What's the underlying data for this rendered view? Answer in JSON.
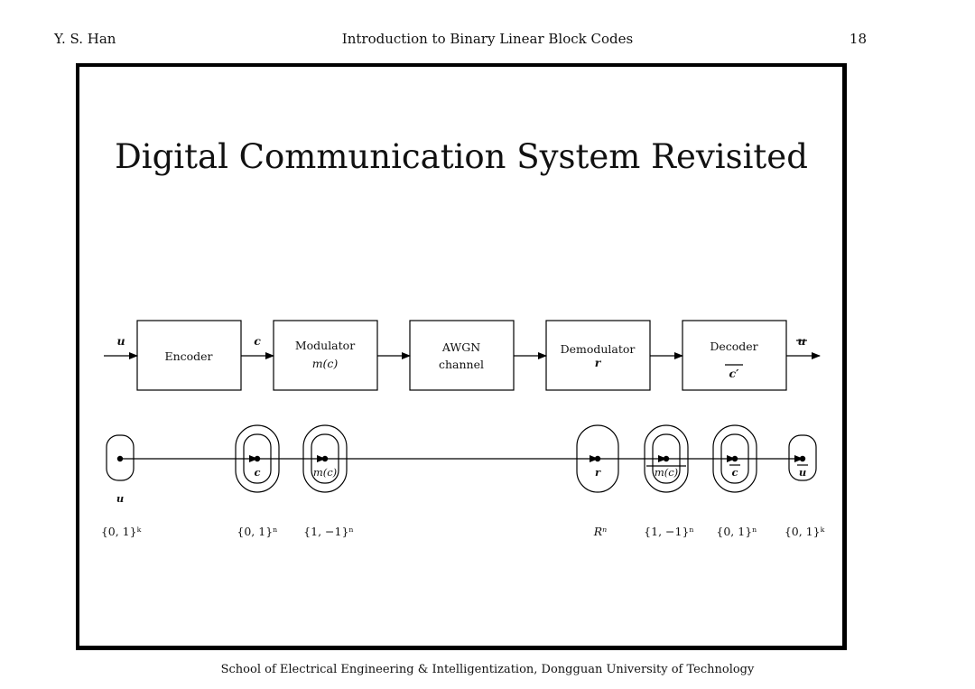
{
  "header": {
    "author": "Y. S. Han",
    "course": "Introduction to Binary Linear Block Codes",
    "page_number": "18"
  },
  "slide": {
    "title": "Digital Communication System Revisited"
  },
  "block_diagram": {
    "input_label": "u",
    "output_label": "u",
    "c_label": "c",
    "blocks": [
      {
        "line1": "Encoder",
        "line2": ""
      },
      {
        "line1": "Modulator",
        "line2": "m(c)"
      },
      {
        "line1": "AWGN",
        "line2": "channel"
      },
      {
        "line1": "Demodulator",
        "line2": "r"
      },
      {
        "line1": "Decoder",
        "line2": "c′"
      }
    ]
  },
  "set_diagram": {
    "u_label": "u",
    "node_labels": [
      "c",
      "m(c)",
      "r",
      "m(c)",
      "c",
      "u"
    ],
    "set_labels": [
      "{0, 1}ᵏ",
      "{0, 1}ⁿ",
      "{1, −1}ⁿ",
      "Rⁿ",
      "{1, −1}ⁿ",
      "{0, 1}ⁿ",
      "{0, 1}ᵏ"
    ]
  },
  "footer": {
    "text": "School of Electrical Engineering & Intelligentization, Dongguan University of Technology"
  }
}
